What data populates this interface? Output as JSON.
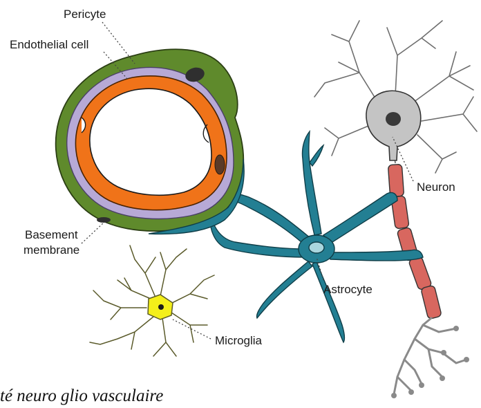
{
  "labels": {
    "pericyte": "Pericyte",
    "endothelial": "Endothelial cell",
    "basement_line1": "Basement",
    "basement_line2": "membrane",
    "neuron": "Neuron",
    "astrocyte": "Astrocyte",
    "microglia": "Microglia"
  },
  "caption": "té neuro glio vasculaire",
  "colors": {
    "pericyte": "#5f8a2c",
    "basement": "#b7a9d6",
    "endothelial": "#f07319",
    "astrocyte": "#237f93",
    "neuron_body": "#c4c4c4",
    "axon": "#d8675f",
    "microglia": "#f4ef1a"
  }
}
